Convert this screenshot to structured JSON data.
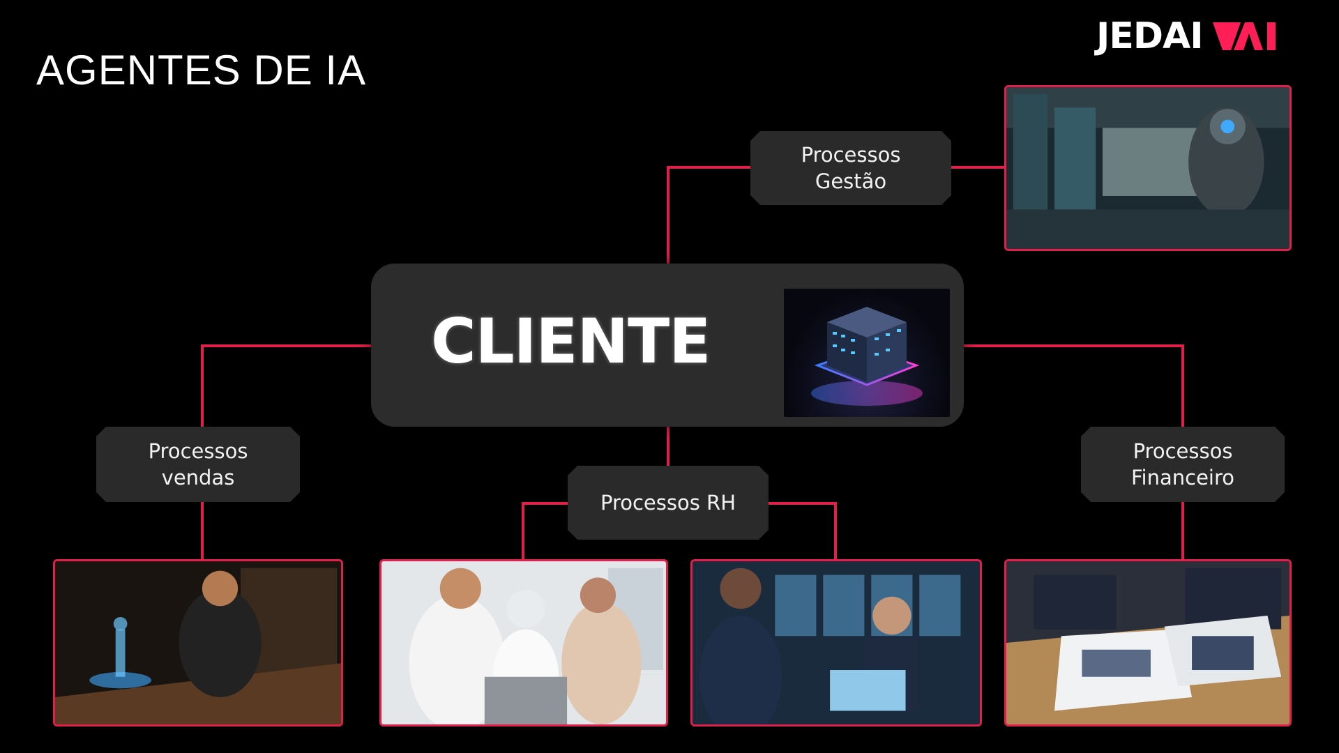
{
  "page_title": "AGENTES DE IA",
  "logo": {
    "text": "JEDAI",
    "mark": "AI",
    "mark_color": "#ff1e56"
  },
  "hub": {
    "label": "CLIENTE",
    "icon": "server-building-icon"
  },
  "processes": {
    "gestao": "Processos\nGestão",
    "vendas": "Processos\nvendas",
    "rh": "Processos RH",
    "financeiro": "Processos\nFinanceiro"
  },
  "colors": {
    "connector": "#e0204a",
    "box": "#2a2a2a",
    "background": "#000000"
  }
}
